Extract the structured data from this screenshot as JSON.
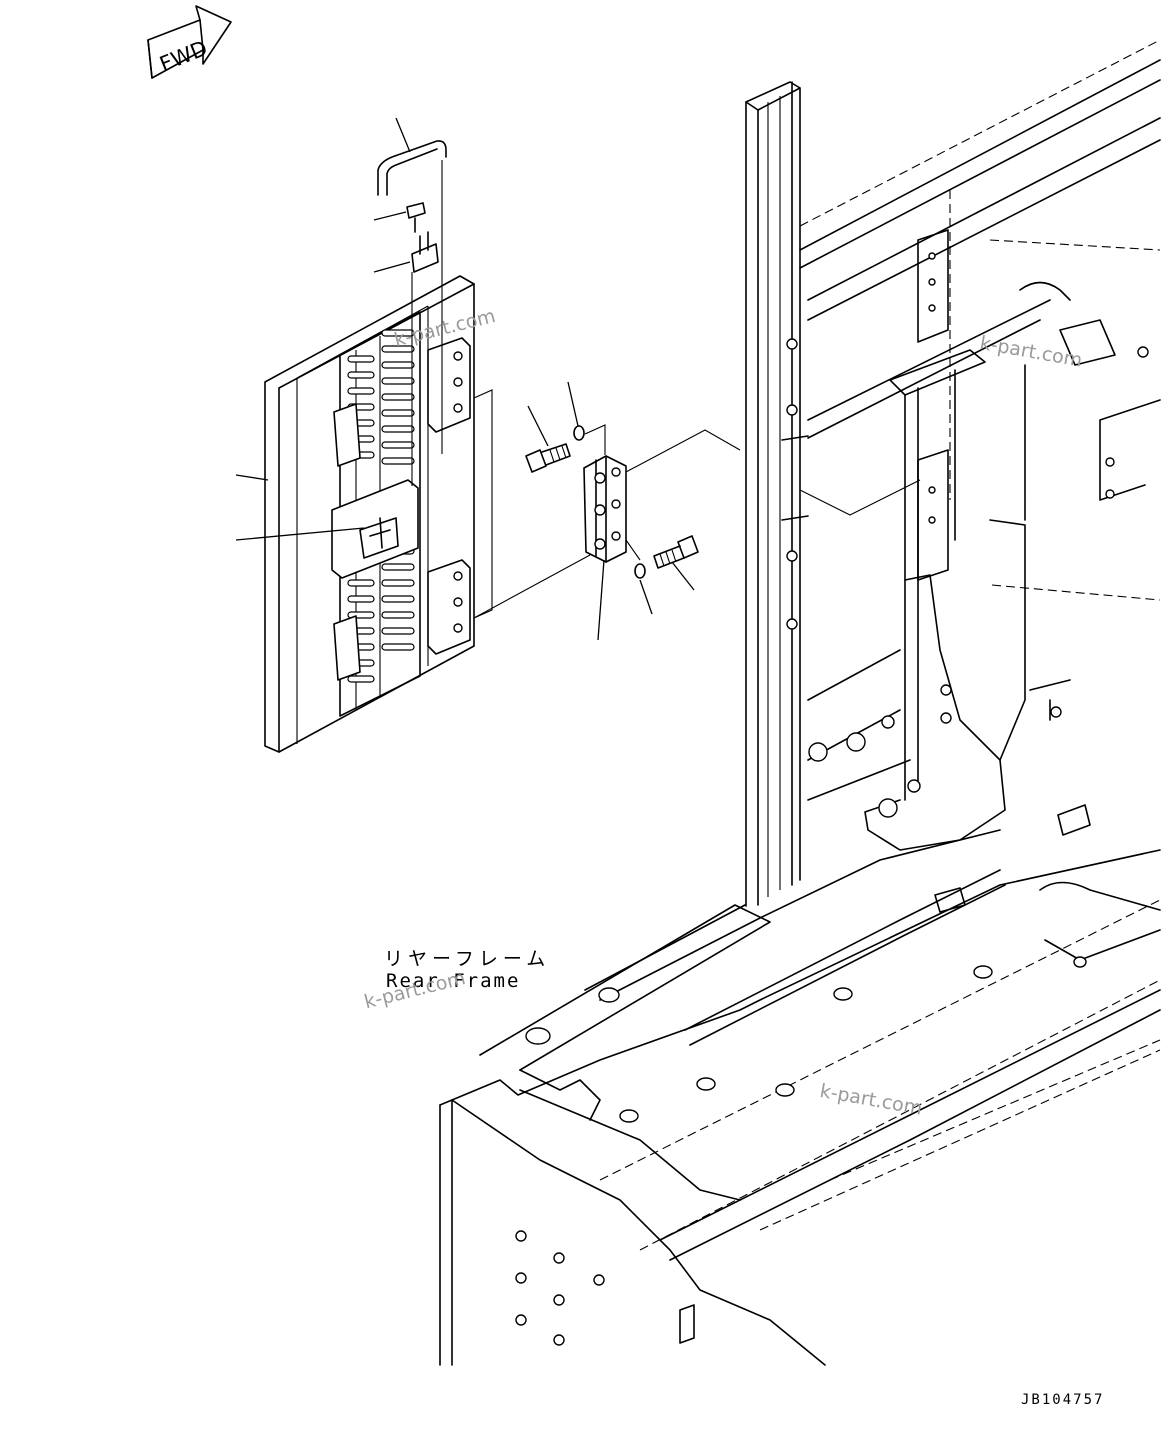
{
  "direction_marker": {
    "text": "FWD"
  },
  "frame_label": {
    "japanese": "リヤーフレーム",
    "english": "Rear Frame"
  },
  "watermark": {
    "text": "k-part.com"
  },
  "drawing_number": "JB104757"
}
